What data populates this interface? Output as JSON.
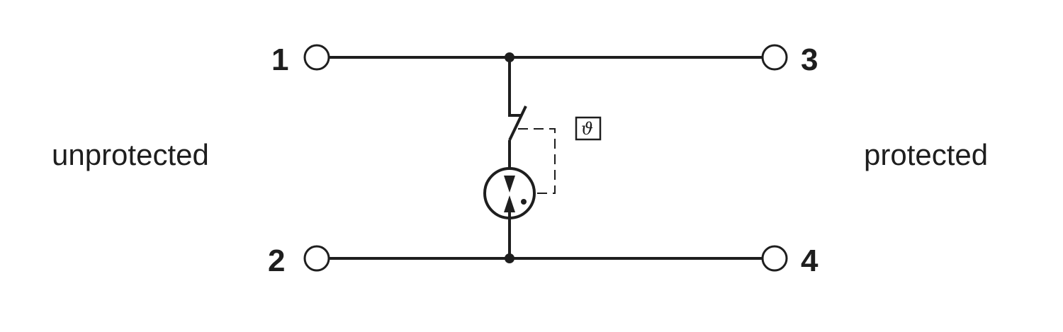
{
  "labels": {
    "left_side": "unprotected",
    "right_side": "protected"
  },
  "terminals": {
    "t1": "1",
    "t2": "2",
    "t3": "3",
    "t4": "4"
  },
  "thermal_symbol": "ϑ",
  "colors": {
    "ink": "#1e1e1e",
    "background": "#ffffff"
  }
}
